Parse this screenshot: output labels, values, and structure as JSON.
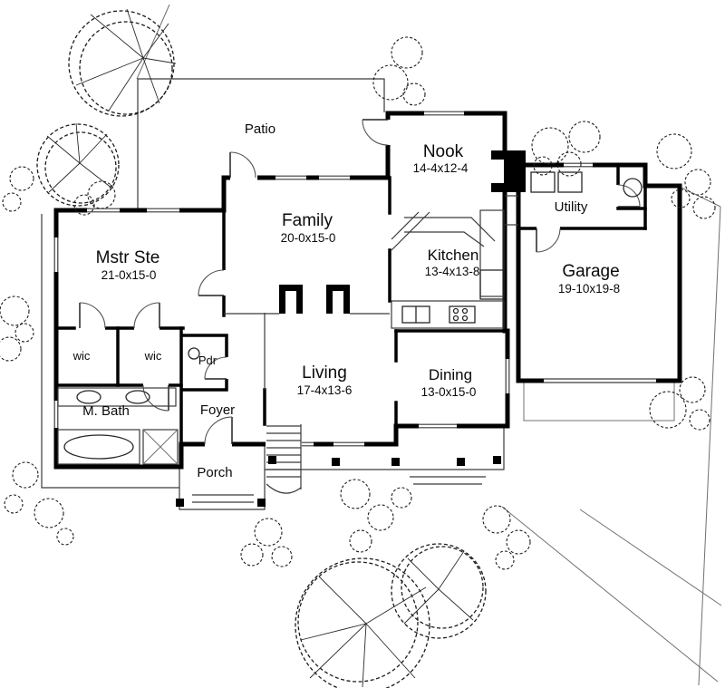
{
  "drawing": {
    "type": "architectural-floor-plan",
    "background_color": "#ffffff",
    "wall_color": "#000000",
    "line_color": "#3a3a3a",
    "text_color": "#0a0a0a"
  },
  "rooms": {
    "patio": {
      "name": "Patio"
    },
    "nook": {
      "name": "Nook",
      "dims": "14-4x12-4"
    },
    "utility": {
      "name": "Utility"
    },
    "family": {
      "name": "Family",
      "dims": "20-0x15-0"
    },
    "mstr_ste": {
      "name": "Mstr Ste",
      "dims": "21-0x15-0"
    },
    "kitchen": {
      "name": "Kitchen",
      "dims": "13-4x13-8"
    },
    "garage": {
      "name": "Garage",
      "dims": "19-10x19-8"
    },
    "wic_left": {
      "name": "wic"
    },
    "wic_right": {
      "name": "wic"
    },
    "pdr": {
      "name": "Pdr"
    },
    "living": {
      "name": "Living",
      "dims": "17-4x13-6"
    },
    "dining": {
      "name": "Dining",
      "dims": "13-0x15-0"
    },
    "m_bath": {
      "name": "M. Bath"
    },
    "foyer": {
      "name": "Foyer"
    },
    "porch": {
      "name": "Porch"
    }
  }
}
